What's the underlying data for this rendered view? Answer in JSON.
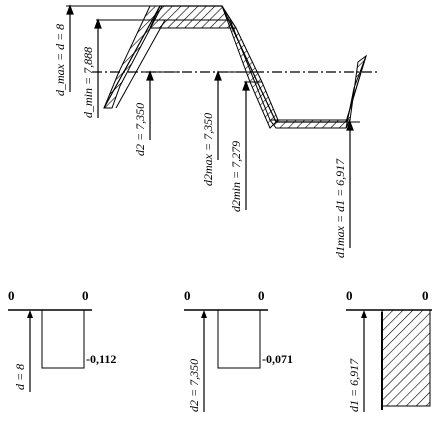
{
  "thread_profile": {
    "labels": {
      "d_max": "d_max = d = 8",
      "d_min": "d_min = 7,888",
      "d2": "d2 = 7,350",
      "d2_max": "d2max = 7,350",
      "d2_min": "d2min = 7,279",
      "d1_max": "d1max = d1 = 6,917"
    }
  },
  "tolerance_fields": [
    {
      "name": "major-diameter",
      "zero_left": "0",
      "zero_right": "0",
      "deviation": "-0,112",
      "axis_label": "d = 8",
      "hatched": false
    },
    {
      "name": "pitch-diameter",
      "zero_left": "0",
      "zero_right": "0",
      "deviation": "-0,071",
      "axis_label": "d2 = 7,350",
      "hatched": false
    },
    {
      "name": "minor-diameter",
      "zero_left": "0",
      "zero_right": "0",
      "deviation": "",
      "axis_label": "d1 = 6,917",
      "hatched": true
    }
  ]
}
